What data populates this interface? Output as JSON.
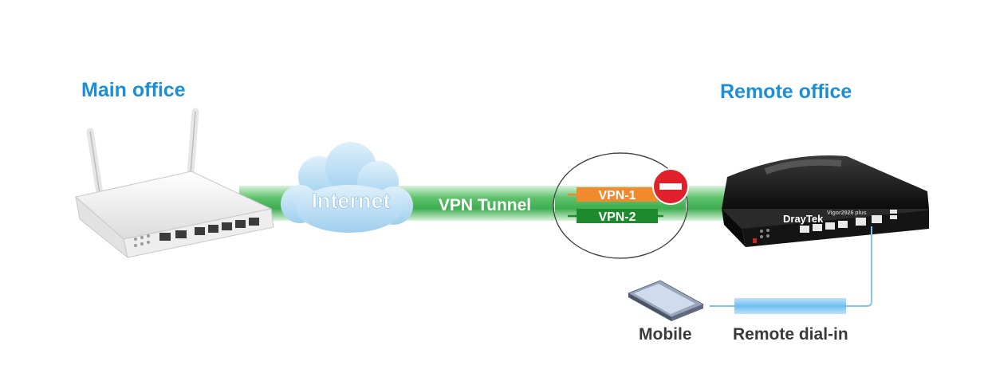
{
  "titles": {
    "main_office": "Main office",
    "remote_office": "Remote office"
  },
  "network": {
    "internet_label": "Internet",
    "tunnel_label": "VPN Tunnel",
    "tunnels": [
      {
        "label": "VPN-1",
        "status": "blocked",
        "color": "#f08a2c"
      },
      {
        "label": "VPN-2",
        "status": "active",
        "color": "#1e8a2e"
      }
    ]
  },
  "remote_router": {
    "brand": "DrayTek",
    "model": "Vigor2926 plus"
  },
  "dialin": {
    "device_label": "Mobile",
    "connection_label": "Remote dial-in"
  },
  "colors": {
    "title": "#1b8fd6",
    "tunnel_band": "#5cc16a",
    "cloud": "#b9ddf4",
    "dialin_line": "#7fc3ee",
    "block_sign": "#e0202a"
  }
}
